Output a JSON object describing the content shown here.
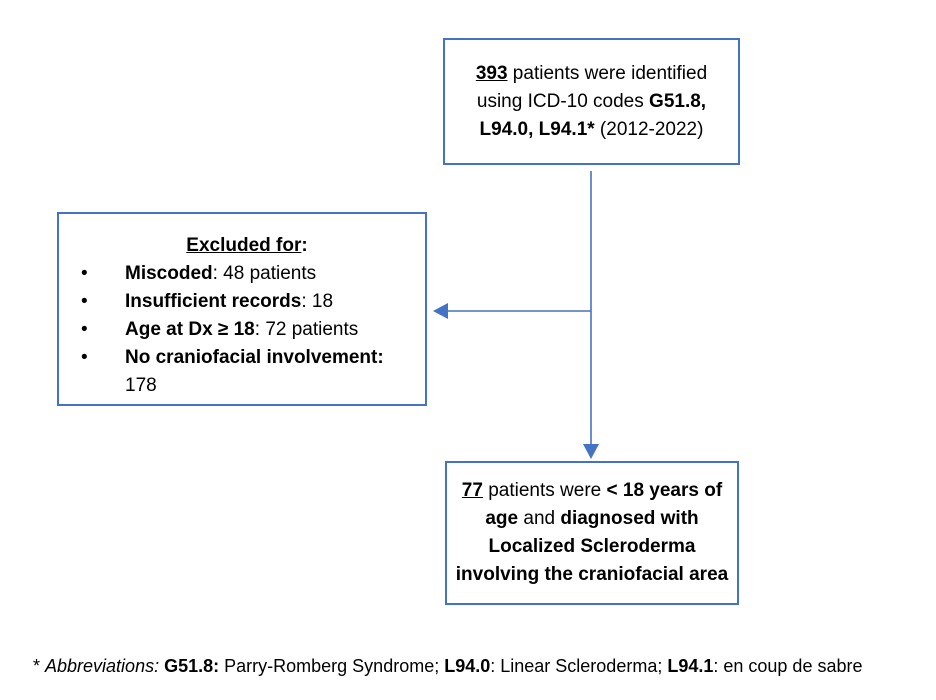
{
  "colors": {
    "accent": "#4472C4",
    "text": "#000000",
    "background": "#FFFFFF"
  },
  "icons": {
    "bullet": "•"
  },
  "boxes": {
    "identified": {
      "segments": [
        {
          "text": "393",
          "bold": true,
          "underline": true
        },
        {
          "text": " patients were identified using ICD-10 codes "
        },
        {
          "text": "G51.8, L94.0, L94.1*",
          "bold": true
        },
        {
          "text": " (2012-2022)"
        }
      ]
    },
    "excluded": {
      "heading": [
        {
          "text": "Excluded for",
          "bold": true,
          "underline": true
        },
        {
          "text": ":",
          "bold": true
        }
      ],
      "items": [
        [
          {
            "text": "Miscoded",
            "bold": true
          },
          {
            "text": ": 48 patients"
          }
        ],
        [
          {
            "text": "Insufficient records",
            "bold": true
          },
          {
            "text": ": 18"
          }
        ],
        [
          {
            "text": "Age at Dx ≥ 18",
            "bold": true
          },
          {
            "text": ": 72 patients"
          }
        ],
        [
          {
            "text": "No craniofacial involvement:",
            "bold": true
          },
          {
            "text": " 178"
          }
        ]
      ]
    },
    "outcome": {
      "segments": [
        {
          "text": "77",
          "bold": true,
          "underline": true
        },
        {
          "text": " patients were "
        },
        {
          "text": "< 18 years of age",
          "bold": true
        },
        {
          "text": " and "
        },
        {
          "text": "diagnosed with Localized Scleroderma involving the craniofacial area",
          "bold": true
        }
      ]
    }
  },
  "footnote": {
    "segments": [
      {
        "text": "* "
      },
      {
        "text": "Abbreviations:",
        "italic": true
      },
      {
        "text": " "
      },
      {
        "text": "G51.8:",
        "bold": true
      },
      {
        "text": " Parry-Romberg Syndrome; "
      },
      {
        "text": "L94.0",
        "bold": true
      },
      {
        "text": ": Linear Scleroderma; "
      },
      {
        "text": "L94.1",
        "bold": true
      },
      {
        "text": ": en coup de sabre"
      }
    ]
  }
}
